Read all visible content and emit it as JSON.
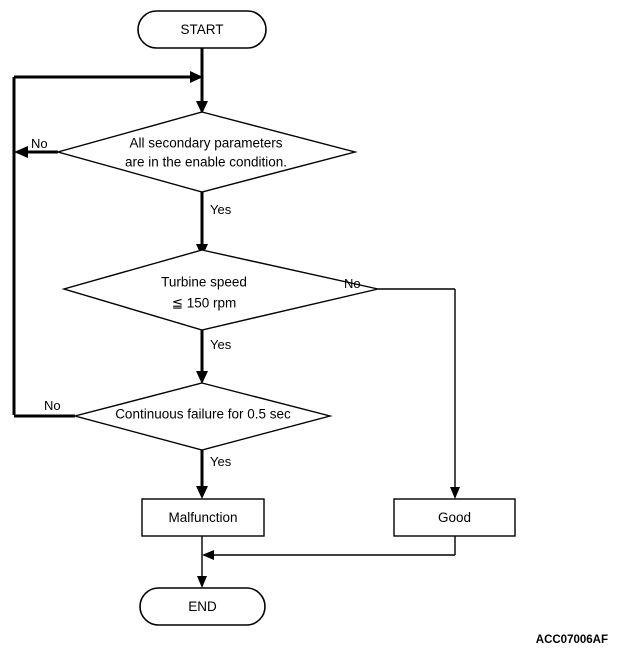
{
  "diagram": {
    "title_caption": "ACC07006AF",
    "nodes": {
      "start": {
        "label": "START",
        "type": "terminator"
      },
      "decision1": {
        "line1": "All secondary parameters",
        "line2": "are in the enable condition.",
        "type": "decision"
      },
      "decision2": {
        "line1": "Turbine speed",
        "line2": "≦ 150 rpm",
        "type": "decision"
      },
      "decision3": {
        "line1": "Continuous failure for 0.5 sec",
        "type": "decision"
      },
      "malfunction": {
        "label": "Malfunction",
        "type": "process"
      },
      "good": {
        "label": "Good",
        "type": "process"
      },
      "end": {
        "label": "END",
        "type": "terminator"
      }
    },
    "edges": {
      "d1_no": "No",
      "d1_yes": "Yes",
      "d2_no": "No",
      "d2_yes": "Yes",
      "d3_no": "No",
      "d3_yes": "Yes"
    },
    "colors": {
      "stroke": "#000000",
      "fill": "#ffffff",
      "text": "#000000"
    }
  }
}
